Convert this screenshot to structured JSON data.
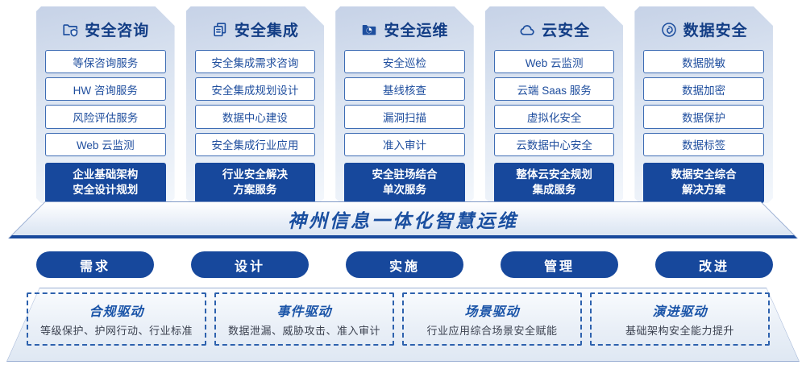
{
  "banner": {
    "text": "神州信息一体化智慧运维"
  },
  "columns": [
    {
      "title": "安全咨询",
      "icon": "folder-shield-icon",
      "items": [
        "等保咨询服务",
        "HW 咨询服务",
        "风险评估服务",
        "Web 云监测"
      ],
      "highlight": [
        "企业基础架构",
        "安全设计规划"
      ]
    },
    {
      "title": "安全集成",
      "icon": "copy-docs-icon",
      "items": [
        "安全集成需求咨询",
        "安全集成规划设计",
        "数据中心建设",
        "安全集成行业应用"
      ],
      "highlight": [
        "行业安全解决",
        "方案服务"
      ]
    },
    {
      "title": "安全运维",
      "icon": "folder-clock-icon",
      "items": [
        "安全巡检",
        "基线核查",
        "漏洞扫描",
        "准入审计"
      ],
      "highlight": [
        "安全驻场结合",
        "单次服务"
      ]
    },
    {
      "title": "云安全",
      "icon": "cloud-icon",
      "items": [
        "Web 云监测",
        "云端 Saas 服务",
        "虚拟化安全",
        "云数据中心安全"
      ],
      "highlight": [
        "整体云安全规划",
        "集成服务"
      ]
    },
    {
      "title": "数据安全",
      "icon": "fingerprint-icon",
      "items": [
        "数据脱敏",
        "数据加密",
        "数据保护",
        "数据标签"
      ],
      "highlight": [
        "数据安全综合",
        "解决方案"
      ]
    }
  ],
  "phases": [
    "需求",
    "设计",
    "实施",
    "管理",
    "改进"
  ],
  "drivers": [
    {
      "title": "合规驱动",
      "desc": "等级保护、护网行动、行业标准"
    },
    {
      "title": "事件驱动",
      "desc": "数据泄漏、威胁攻击、准入审计"
    },
    {
      "title": "场景驱动",
      "desc": "行业应用综合场景安全赋能"
    },
    {
      "title": "演进驱动",
      "desc": "基础架构安全能力提升"
    }
  ],
  "colors": {
    "primary": "#17489C",
    "title_navy": "#123D85",
    "item_border": "#3D6CB4",
    "item_text": "#1F4E9E",
    "dashed_border": "#2E62AE",
    "banner_text": "#1A4FA0"
  }
}
